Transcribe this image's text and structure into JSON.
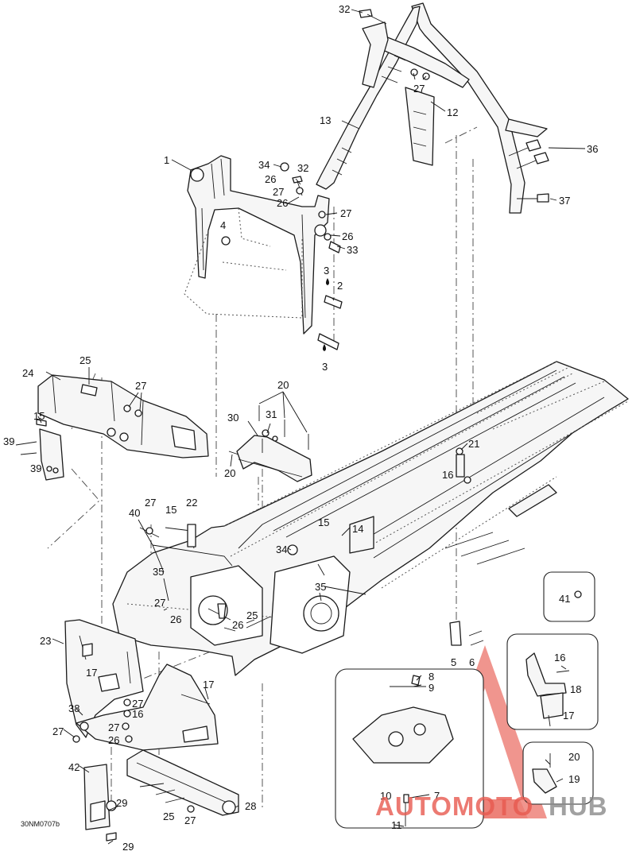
{
  "diagram": {
    "reference_code": "30NM0707b",
    "watermark": {
      "brand_left": "AUTOMOTO",
      "brand_right": "HUB"
    },
    "colors": {
      "line": "#1a1a1a",
      "watermark_red": "#e85a4f",
      "watermark_gray": "#8a8a8a"
    },
    "callouts": [
      {
        "id": "c32a",
        "label": "32"
      },
      {
        "id": "c27a",
        "label": "27"
      },
      {
        "id": "c12",
        "label": "12"
      },
      {
        "id": "c13",
        "label": "13"
      },
      {
        "id": "c36",
        "label": "36"
      },
      {
        "id": "c37",
        "label": "37"
      },
      {
        "id": "c1",
        "label": "1"
      },
      {
        "id": "c34a",
        "label": "34"
      },
      {
        "id": "c32b",
        "label": "32"
      },
      {
        "id": "c26a",
        "label": "26"
      },
      {
        "id": "c27b",
        "label": "27"
      },
      {
        "id": "c26b",
        "label": "26"
      },
      {
        "id": "c27c",
        "label": "27"
      },
      {
        "id": "c4",
        "label": "4"
      },
      {
        "id": "c26c",
        "label": "26"
      },
      {
        "id": "c33",
        "label": "33"
      },
      {
        "id": "c3a",
        "label": "3"
      },
      {
        "id": "c2",
        "label": "2"
      },
      {
        "id": "c3b",
        "label": "3"
      },
      {
        "id": "c25a",
        "label": "25"
      },
      {
        "id": "c24",
        "label": "24"
      },
      {
        "id": "c27d",
        "label": "27"
      },
      {
        "id": "c15a",
        "label": "15"
      },
      {
        "id": "c39a",
        "label": "39"
      },
      {
        "id": "c39b",
        "label": "39"
      },
      {
        "id": "c20a",
        "label": "20"
      },
      {
        "id": "c30",
        "label": "30"
      },
      {
        "id": "c31",
        "label": "31"
      },
      {
        "id": "c20b",
        "label": "20"
      },
      {
        "id": "c21",
        "label": "21"
      },
      {
        "id": "c16a",
        "label": "16"
      },
      {
        "id": "c40",
        "label": "40"
      },
      {
        "id": "c27e",
        "label": "27"
      },
      {
        "id": "c15b",
        "label": "15"
      },
      {
        "id": "c22",
        "label": "22"
      },
      {
        "id": "c15c",
        "label": "15"
      },
      {
        "id": "c14",
        "label": "14"
      },
      {
        "id": "c34b",
        "label": "34"
      },
      {
        "id": "c35a",
        "label": "35"
      },
      {
        "id": "c35b",
        "label": "35"
      },
      {
        "id": "c41",
        "label": "41"
      },
      {
        "id": "c27f",
        "label": "27"
      },
      {
        "id": "c26d",
        "label": "26"
      },
      {
        "id": "c25b",
        "label": "25"
      },
      {
        "id": "c26e",
        "label": "26"
      },
      {
        "id": "c23",
        "label": "23"
      },
      {
        "id": "c17a",
        "label": "17"
      },
      {
        "id": "c5",
        "label": "5"
      },
      {
        "id": "c6",
        "label": "6"
      },
      {
        "id": "c16b",
        "label": "16"
      },
      {
        "id": "c18",
        "label": "18"
      },
      {
        "id": "c8",
        "label": "8"
      },
      {
        "id": "c9",
        "label": "9"
      },
      {
        "id": "c17b",
        "label": "17"
      },
      {
        "id": "c17c",
        "label": "17"
      },
      {
        "id": "c38",
        "label": "38"
      },
      {
        "id": "c27g",
        "label": "27"
      },
      {
        "id": "c16c",
        "label": "16"
      },
      {
        "id": "c27h",
        "label": "27"
      },
      {
        "id": "c27i",
        "label": "27"
      },
      {
        "id": "c26f",
        "label": "26"
      },
      {
        "id": "c20c",
        "label": "20"
      },
      {
        "id": "c19",
        "label": "19"
      },
      {
        "id": "c42",
        "label": "42"
      },
      {
        "id": "c29a",
        "label": "29"
      },
      {
        "id": "c25c",
        "label": "25"
      },
      {
        "id": "c27j",
        "label": "27"
      },
      {
        "id": "c28",
        "label": "28"
      },
      {
        "id": "c10",
        "label": "10"
      },
      {
        "id": "c7",
        "label": "7"
      },
      {
        "id": "c11",
        "label": "11"
      },
      {
        "id": "c29b",
        "label": "29"
      }
    ]
  }
}
